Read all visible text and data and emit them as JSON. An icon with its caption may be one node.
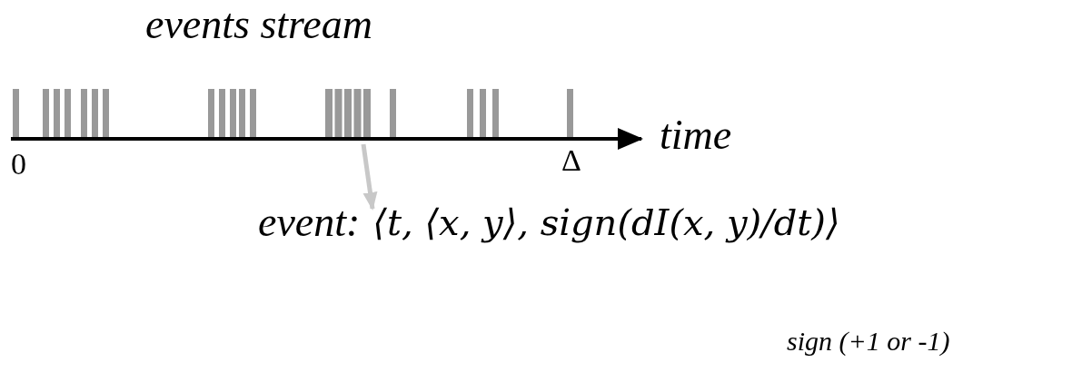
{
  "diagram": {
    "nodes": [
      {
        "text": [],
        "shape": "bar"
      },
      {
        "text": [
          "event:",
          "⟨t, ⟨x, y⟩, sign(dI(x, y)/dt)⟩"
        ]
      }
    ],
    "edges": [
      {
        "from": 0,
        "to": 1,
        "arrow": "to"
      }
    ],
    "labels": [
      "events stream",
      "time",
      "0",
      "Δ",
      "sign (+1 or -1)"
    ]
  }
}
